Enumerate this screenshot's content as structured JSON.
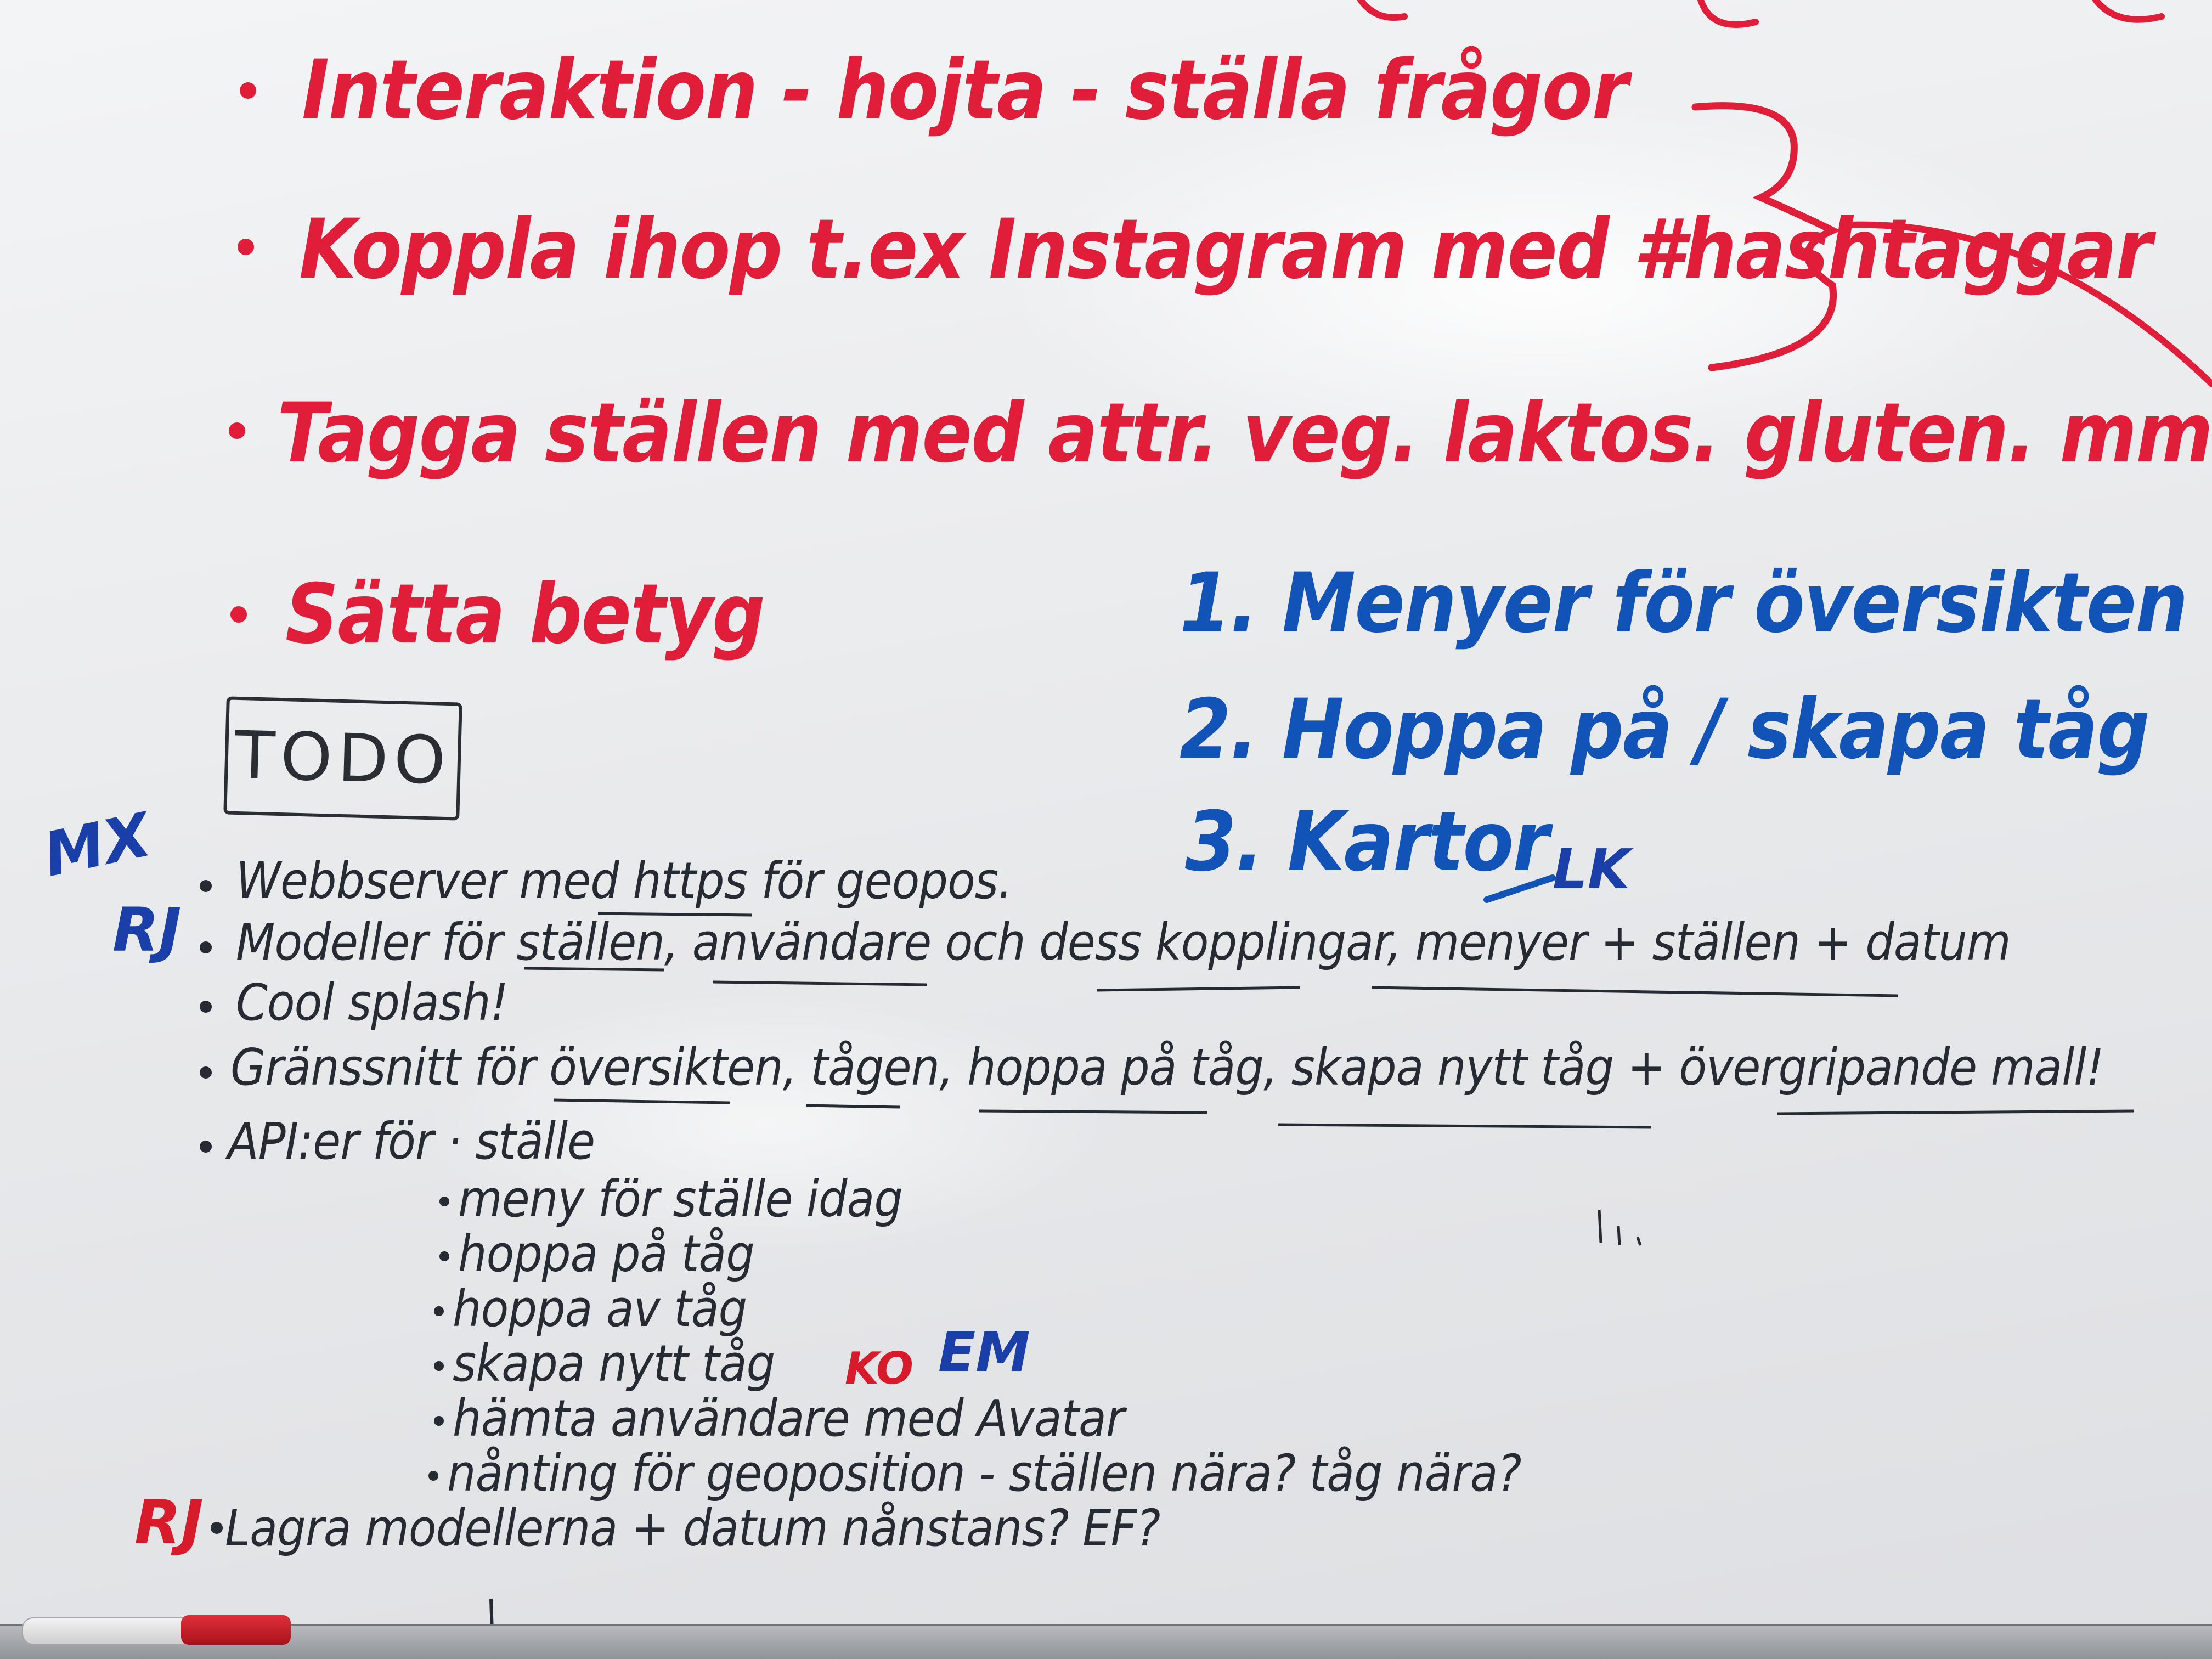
{
  "red_ideas": [
    "Interaktion - hojta - ställa frågor",
    "Koppla ihop t.ex Instagram med #hashtaggar",
    "Tagga ställen med attr. veg. laktos. gluten. mm.",
    "Sätta betyg"
  ],
  "blue_priorities": [
    "1. Menyer för översikten",
    "2. Hoppa på / skapa tåg",
    "3. Kartor"
  ],
  "todo_label": "TODO",
  "todo_items": [
    "Webbserver med https för geopos.",
    "Modeller för ställen, användare och dess kopplingar, menyer + ställen + datum",
    "Cool splash!",
    "Gränssnitt för översikten, tågen, hoppa på tåg, skapa nytt tåg + övergripande mall!",
    "API:er för · ställe"
  ],
  "api_sub_items": [
    "meny för ställe idag",
    "hoppa på tåg",
    "hoppa av tåg",
    "skapa nytt tåg",
    "hämta användare med Avatar",
    "nånting för geoposition - ställen nära? tåg nära?"
  ],
  "last_item": "Lagra modellerna + datum nånstans? EF?",
  "initials": {
    "mx": "MX",
    "rj_first": "RJ",
    "lk": "LK",
    "ko": "KO",
    "em": "EM",
    "rj_last": "RJ"
  },
  "colors": {
    "red_marker": "#e01e3a",
    "blue_marker": "#1253b8",
    "black_marker": "#262a33",
    "board": "#eceef0"
  }
}
